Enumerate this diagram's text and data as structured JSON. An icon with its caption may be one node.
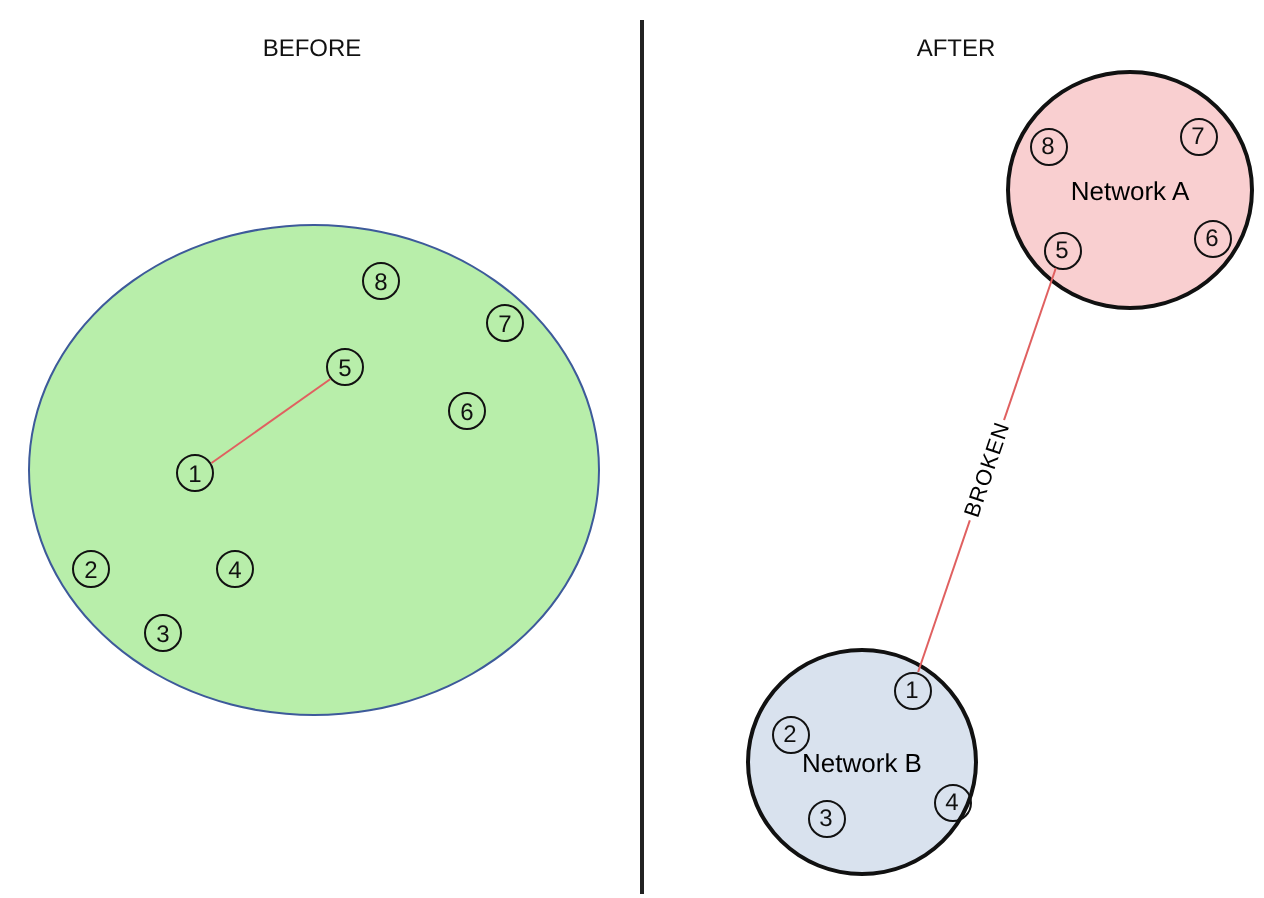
{
  "diagram": {
    "nodes": [
      {
        "text": [],
        "shape": "circle"
      },
      {
        "text": [
          "8"
        ],
        "in": 0
      },
      {
        "text": [
          "7"
        ],
        "in": 0
      },
      {
        "text": [
          "5"
        ],
        "in": 0
      },
      {
        "text": [
          "6"
        ],
        "in": 0
      },
      {
        "text": [
          "1"
        ],
        "in": 0
      },
      {
        "text": [
          "2"
        ],
        "in": 0
      },
      {
        "text": [
          "4"
        ],
        "in": 0
      },
      {
        "text": [
          "3"
        ],
        "in": 0
      },
      {
        "text": [
          "Network A"
        ]
      },
      {
        "text": [
          "8"
        ],
        "in": 9
      },
      {
        "text": [
          "7"
        ],
        "in": 9
      },
      {
        "text": [
          "5"
        ],
        "in": 9
      },
      {
        "text": [
          "6"
        ],
        "in": 9
      },
      {
        "text": [
          "Network B"
        ]
      },
      {
        "text": [
          "1"
        ],
        "in": 14
      },
      {
        "text": [
          "2"
        ],
        "in": 14
      },
      {
        "text": [
          "3"
        ],
        "in": 14
      },
      {
        "text": [
          "4"
        ],
        "in": 14
      }
    ],
    "edges": [
      {
        "from": 5,
        "to": 3,
        "arrow": "none"
      },
      {
        "from": 12,
        "to": 15,
        "arrow": "none",
        "label": "BROKEN"
      }
    ],
    "labels": [
      "BEFORE",
      "AFTER"
    ]
  }
}
